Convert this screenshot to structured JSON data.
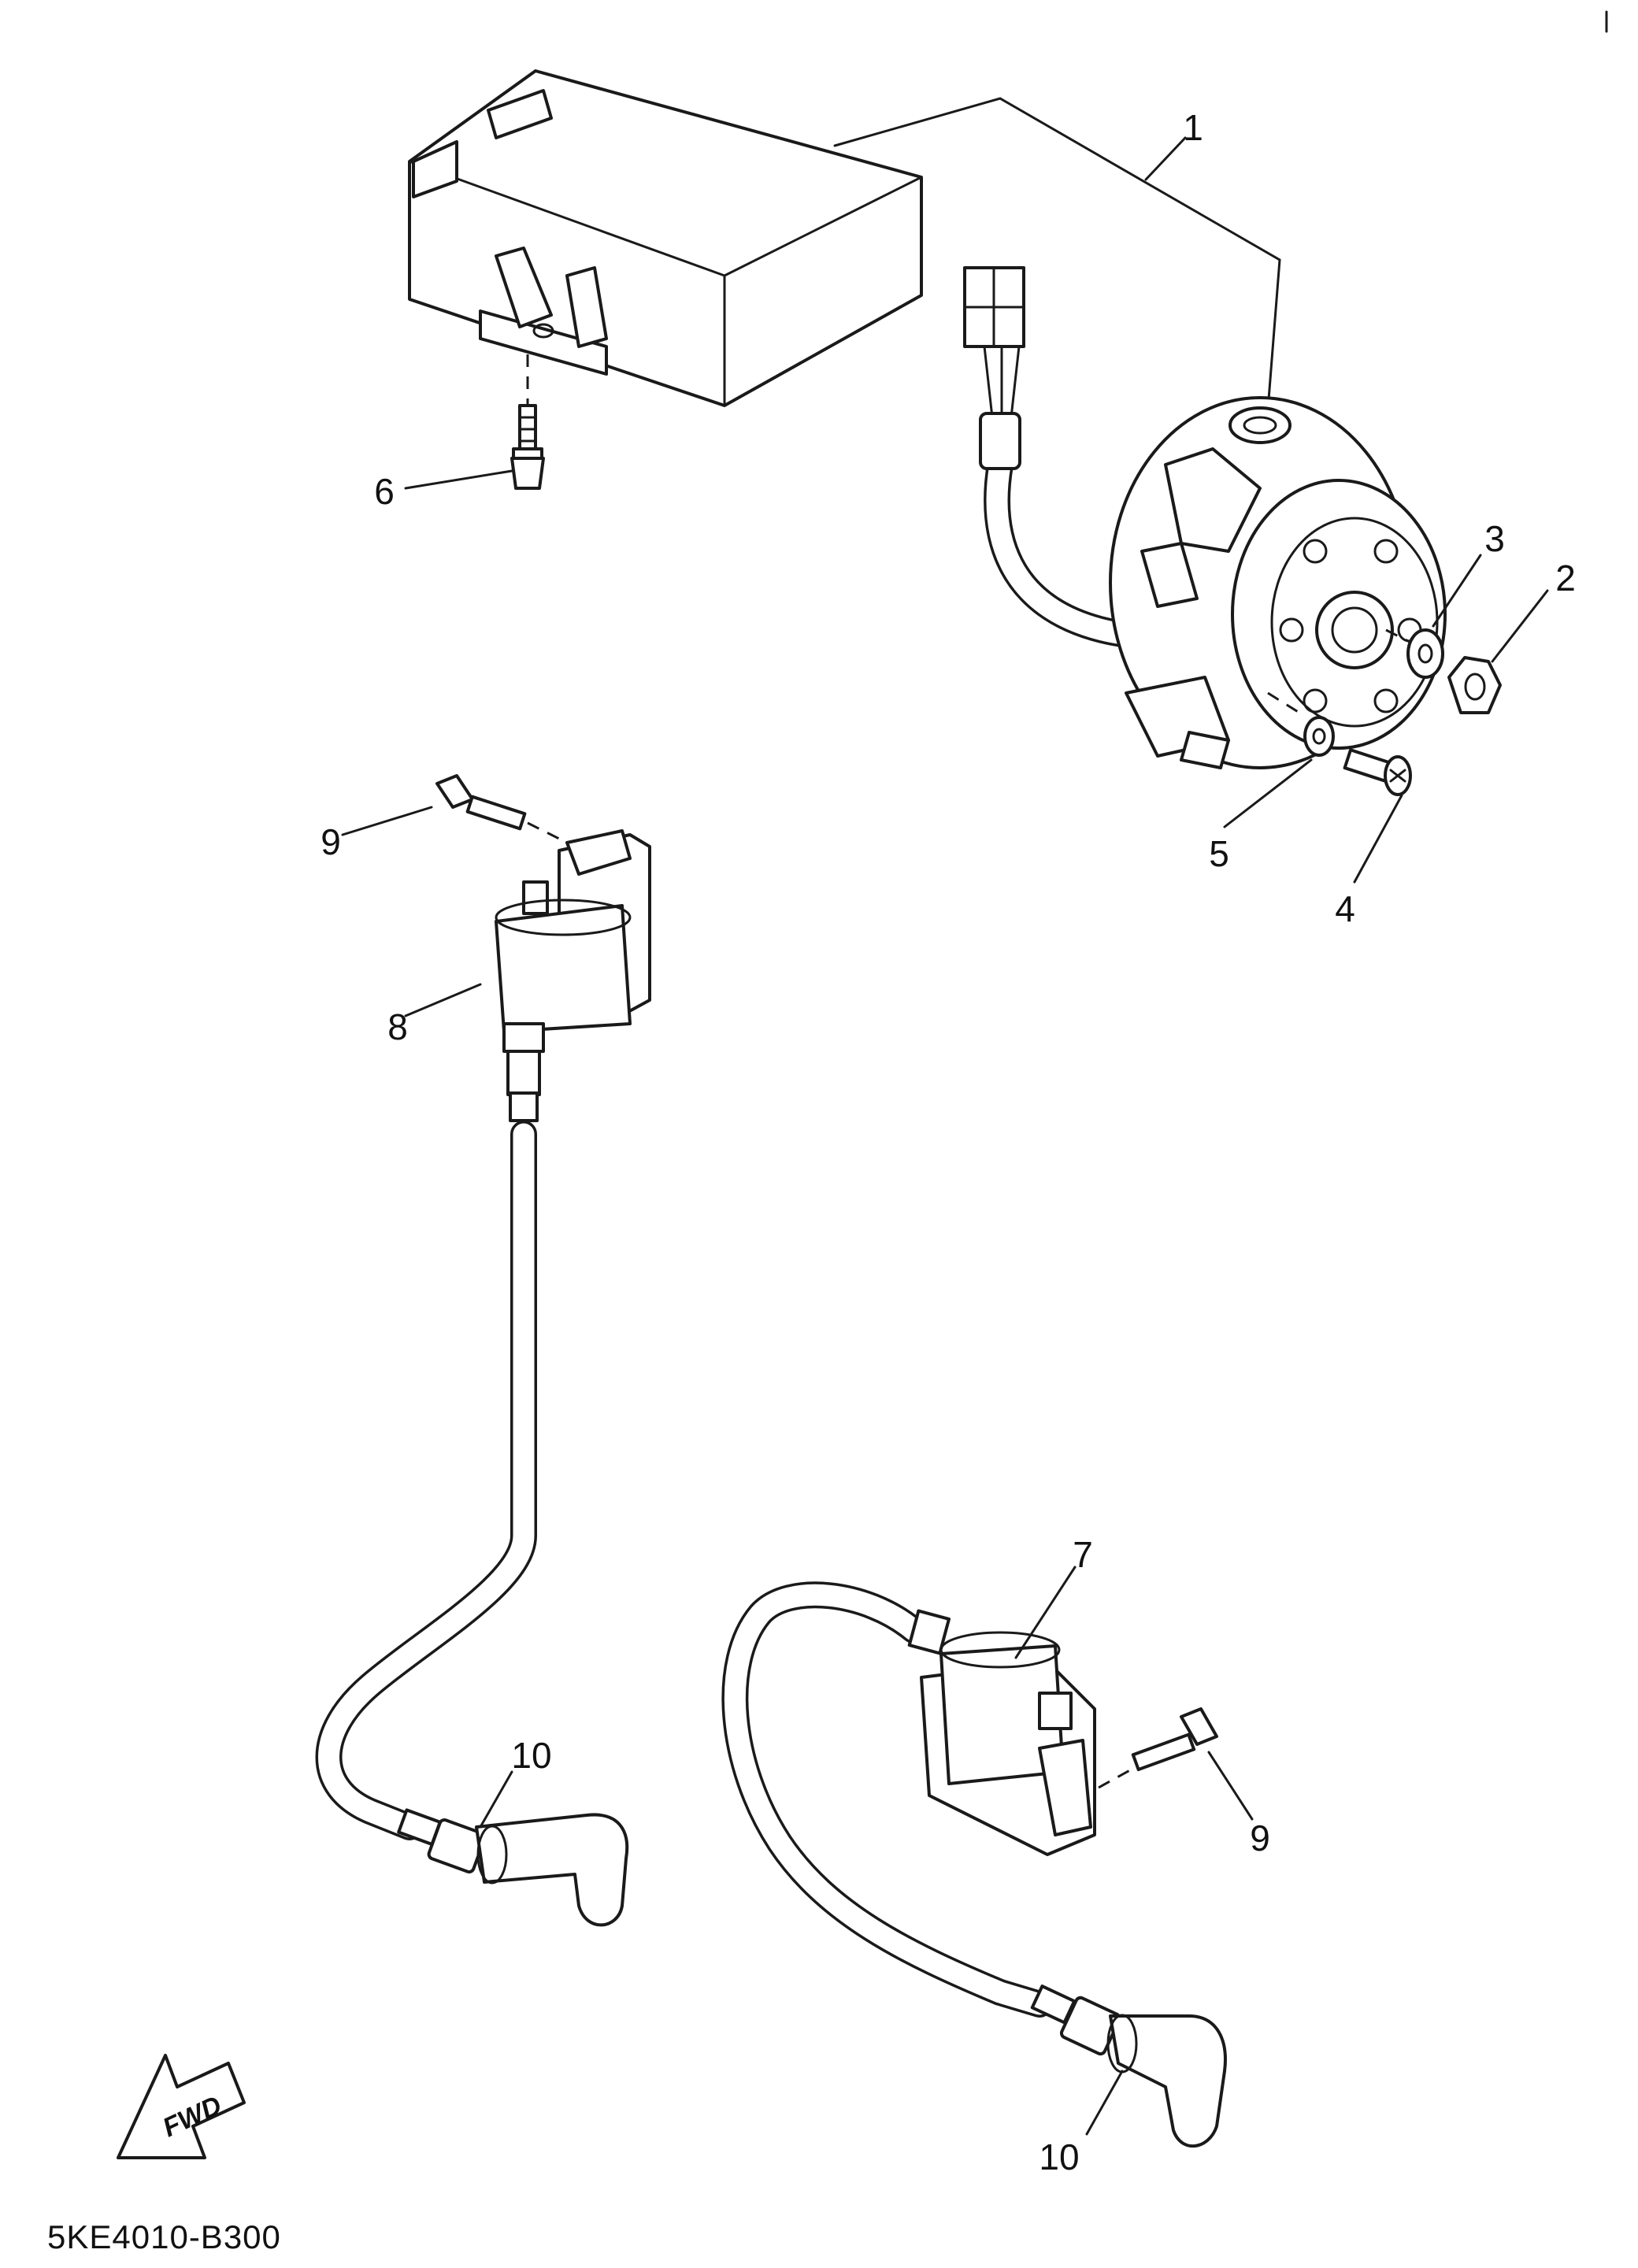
{
  "labels": {
    "l1": "1",
    "l2": "2",
    "l3": "3",
    "l4": "4",
    "l5": "5",
    "l6": "6",
    "l7": "7",
    "l8": "8",
    "l9a": "9",
    "l9b": "9",
    "l10a": "10",
    "l10b": "10"
  },
  "fwd_label": "FWD",
  "diagram_code": "5KE4010-B300"
}
